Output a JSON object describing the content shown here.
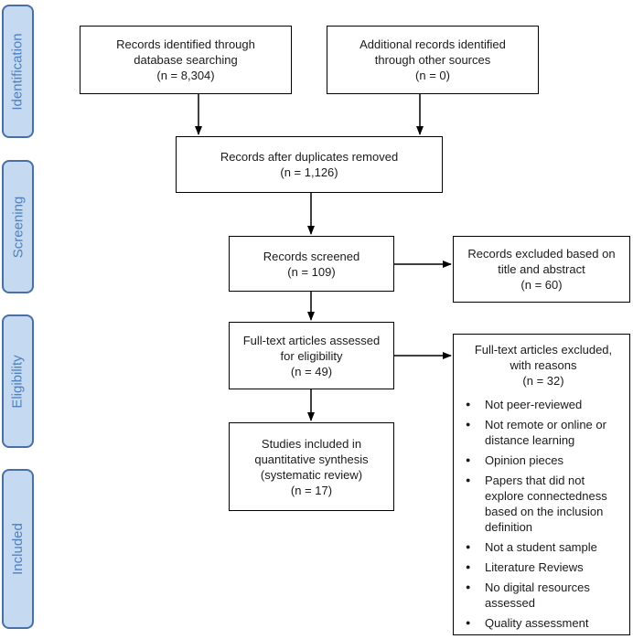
{
  "stages": {
    "identification": "Identification",
    "screening": "Screening",
    "eligibility": "Eligibility",
    "included": "Included"
  },
  "boxes": {
    "database": {
      "line1": "Records identified through",
      "line2": "database searching",
      "count": "(n = 8,304)"
    },
    "other": {
      "line1": "Additional records identified",
      "line2": "through other sources",
      "count": "(n = 0)"
    },
    "duplicates": {
      "line1": "Records after duplicates removed",
      "count": "(n = 1,126)"
    },
    "screened": {
      "line1": "Records screened",
      "count": "(n = 109)"
    },
    "excluded_title": {
      "line1": "Records excluded based on",
      "line2": "title and abstract",
      "count": "(n = 60)"
    },
    "fulltext": {
      "line1": "Full-text articles assessed",
      "line2": "for eligibility",
      "count": "(n = 49)"
    },
    "included": {
      "line1": "Studies included in",
      "line2": "quantitative synthesis",
      "line3": "(systematic review)",
      "count": "(n = 17)"
    },
    "excluded_fulltext": {
      "line1": "Full-text articles excluded,",
      "line2": "with reasons",
      "count": "(n = 32)",
      "reasons": [
        "Not peer-reviewed",
        "Not remote or online or distance learning",
        "Opinion pieces",
        "Papers that did not explore connectedness based on the inclusion definition",
        "Not a student sample",
        "Literature Reviews",
        "No digital resources assessed",
        "Quality assessment"
      ]
    }
  }
}
